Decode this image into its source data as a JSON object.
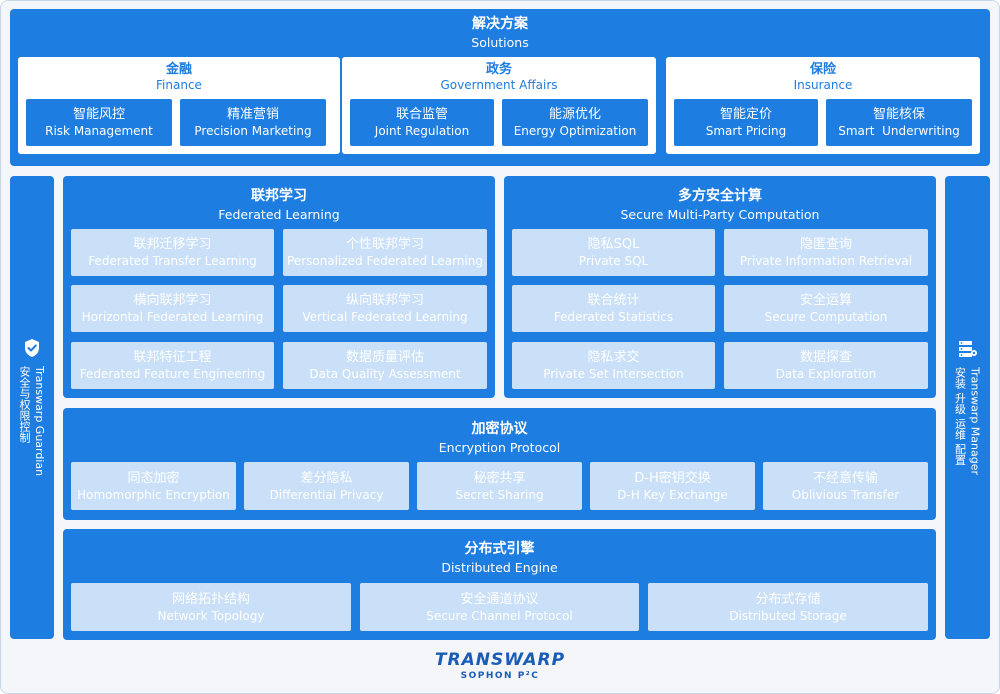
{
  "solutions": {
    "title_zh": "解决方案",
    "title_en": "Solutions",
    "groups": [
      {
        "title_zh": "金融",
        "title_en": "Finance",
        "items": [
          {
            "zh": "智能风控",
            "en": "Risk Management"
          },
          {
            "zh": "精准营销",
            "en": "Precision Marketing"
          }
        ]
      },
      {
        "title_zh": "政务",
        "title_en": "Government Affairs",
        "items": [
          {
            "zh": "联合监管",
            "en": "Joint Regulation"
          },
          {
            "zh": "能源优化",
            "en": "Energy Optimization"
          }
        ]
      },
      {
        "title_zh": "保险",
        "title_en": "Insurance",
        "items": [
          {
            "zh": "智能定价",
            "en": "Smart Pricing"
          },
          {
            "zh": "智能核保",
            "en": "Smart  Underwriting"
          }
        ]
      }
    ]
  },
  "left_side": {
    "icon": "shield-check-icon",
    "text_en": "Transwarp Guardian",
    "text_zh": "安全与权限控制"
  },
  "right_side": {
    "icon": "server-rack-icon",
    "text_en": "Transwarp Manager",
    "text_zh": "安装 升级 运维 配置"
  },
  "federated_learning": {
    "title_zh": "联邦学习",
    "title_en": "Federated Learning",
    "items": [
      {
        "zh": "联邦迁移学习",
        "en": "Federated Transfer Learning"
      },
      {
        "zh": "个性联邦学习",
        "en": "Personalized Federated Learning"
      },
      {
        "zh": "横向联邦学习",
        "en": "Horizontal Federated Learning"
      },
      {
        "zh": "纵向联邦学习",
        "en": "Vertical Federated Learning"
      },
      {
        "zh": "联邦特征工程",
        "en": "Federated Feature Engineering"
      },
      {
        "zh": "数据质量评估",
        "en": "Data Quality Assessment"
      }
    ]
  },
  "mpc": {
    "title_zh": "多方安全计算",
    "title_en": "Secure Multi-Party Computation",
    "items": [
      {
        "zh": "隐私SQL",
        "en": "Private SQL"
      },
      {
        "zh": "隐匿查询",
        "en": "Private Information Retrieval"
      },
      {
        "zh": "联合统计",
        "en": "Federated Statistics"
      },
      {
        "zh": "安全运算",
        "en": "Secure Computation"
      },
      {
        "zh": "隐私求交",
        "en": "Private Set Intersection"
      },
      {
        "zh": "数据探查",
        "en": "Data Exploration"
      }
    ]
  },
  "encryption": {
    "title_zh": "加密协议",
    "title_en": "Encryption Protocol",
    "items": [
      {
        "zh": "同态加密",
        "en": "Homomorphic Encryption"
      },
      {
        "zh": "差分隐私",
        "en": "Differential Privacy"
      },
      {
        "zh": "秘密共享",
        "en": "Secret Sharing"
      },
      {
        "zh": "D-H密钥交换",
        "en": "D-H Key Exchange"
      },
      {
        "zh": "不经意传输",
        "en": "Oblivious Transfer"
      }
    ]
  },
  "distributed": {
    "title_zh": "分布式引擎",
    "title_en": "Distributed Engine",
    "items": [
      {
        "zh": "网络拓扑结构",
        "en": "Network Topology"
      },
      {
        "zh": "安全通道协议",
        "en": "Secure Channel Protocol"
      },
      {
        "zh": "分布式存储",
        "en": "Distributed Storage"
      }
    ]
  },
  "logo": {
    "main": "TRANSWARP",
    "sub": "SOPHON P²C"
  },
  "colors": {
    "primary": "#1e7de0",
    "light_cell": "#c9e0f8",
    "logo": "#1a5db6"
  }
}
